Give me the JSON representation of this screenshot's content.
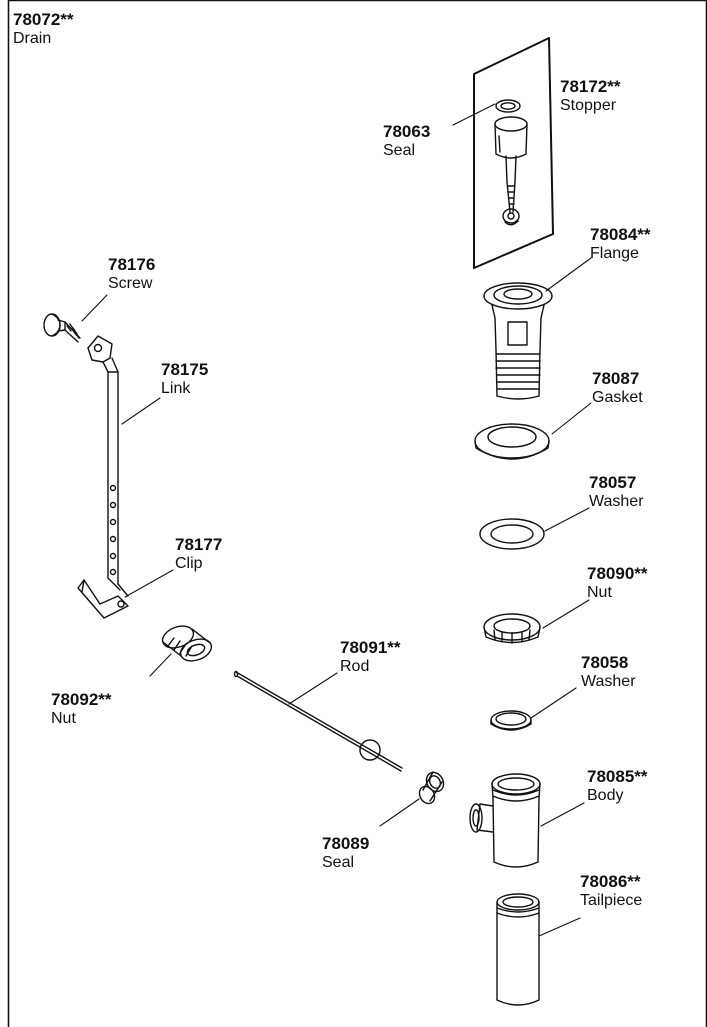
{
  "assembly": {
    "number": "78072**",
    "name": "Drain"
  },
  "parts": [
    {
      "key": "stopper",
      "number": "78172**",
      "name": "Stopper"
    },
    {
      "key": "seal_top",
      "number": "78063",
      "name": "Seal"
    },
    {
      "key": "flange",
      "number": "78084**",
      "name": "Flange"
    },
    {
      "key": "screw",
      "number": "78176",
      "name": "Screw"
    },
    {
      "key": "link",
      "number": "78175",
      "name": "Link"
    },
    {
      "key": "gasket",
      "number": "78087",
      "name": "Gasket"
    },
    {
      "key": "washer1",
      "number": "78057",
      "name": "Washer"
    },
    {
      "key": "clip",
      "number": "78177",
      "name": "Clip"
    },
    {
      "key": "nut_top",
      "number": "78090**",
      "name": "Nut"
    },
    {
      "key": "rod",
      "number": "78091**",
      "name": "Rod"
    },
    {
      "key": "nut_side",
      "number": "78092**",
      "name": "Nut"
    },
    {
      "key": "washer2",
      "number": "78058",
      "name": "Washer"
    },
    {
      "key": "body",
      "number": "78085**",
      "name": "Body"
    },
    {
      "key": "seal_low",
      "number": "78089",
      "name": "Seal"
    },
    {
      "key": "tailpiece",
      "number": "78086**",
      "name": "Tailpiece"
    }
  ]
}
